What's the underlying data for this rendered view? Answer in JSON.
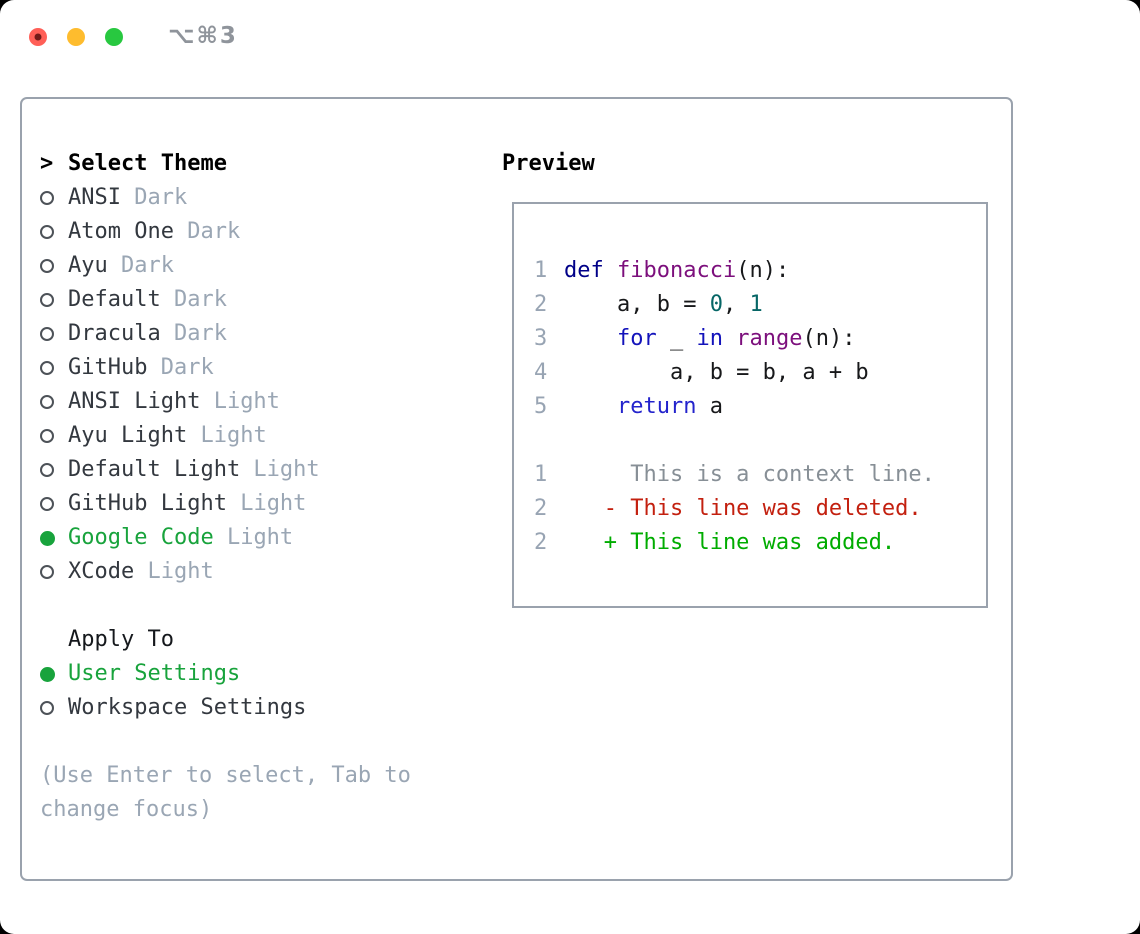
{
  "window": {
    "title": "⌥⌘3",
    "traffic_lights": [
      {
        "name": "close-button",
        "color": "#ff5f57",
        "edited_dot": true
      },
      {
        "name": "minimize-button",
        "color": "#febc2e",
        "edited_dot": false
      },
      {
        "name": "zoom-button",
        "color": "#28c840",
        "edited_dot": false
      }
    ]
  },
  "theme_picker": {
    "header": {
      "prefix": ">",
      "label": "Select Theme"
    },
    "themes": [
      {
        "name": "ANSI",
        "variant": "Dark",
        "selected": false
      },
      {
        "name": "Atom One",
        "variant": "Dark",
        "selected": false
      },
      {
        "name": "Ayu",
        "variant": "Dark",
        "selected": false
      },
      {
        "name": "Default",
        "variant": "Dark",
        "selected": false
      },
      {
        "name": "Dracula",
        "variant": "Dark",
        "selected": false
      },
      {
        "name": "GitHub",
        "variant": "Dark",
        "selected": false
      },
      {
        "name": "ANSI Light",
        "variant": "Light",
        "selected": false
      },
      {
        "name": "Ayu Light",
        "variant": "Light",
        "selected": false
      },
      {
        "name": "Default Light",
        "variant": "Light",
        "selected": false
      },
      {
        "name": "GitHub Light",
        "variant": "Light",
        "selected": false
      },
      {
        "name": "Google Code",
        "variant": "Light",
        "selected": true
      },
      {
        "name": "XCode",
        "variant": "Light",
        "selected": false
      }
    ],
    "apply_to": {
      "label": "Apply To",
      "options": [
        {
          "name": "User Settings",
          "selected": true
        },
        {
          "name": "Workspace Settings",
          "selected": false
        }
      ]
    },
    "hint": "(Use Enter to select, Tab to change focus)"
  },
  "preview": {
    "label": "Preview",
    "code_lines": [
      {
        "num": "1",
        "tokens": [
          {
            "t": "def",
            "c": "#000088"
          },
          {
            "t": " ",
            "c": "#17181a"
          },
          {
            "t": "fibonacci",
            "c": "#7c0f7c"
          },
          {
            "t": "(n):",
            "c": "#17181a"
          }
        ]
      },
      {
        "num": "2",
        "tokens": [
          {
            "t": "    a, b = ",
            "c": "#17181a"
          },
          {
            "t": "0",
            "c": "#066666"
          },
          {
            "t": ", ",
            "c": "#17181a"
          },
          {
            "t": "1",
            "c": "#066666"
          }
        ]
      },
      {
        "num": "3",
        "tokens": [
          {
            "t": "    ",
            "c": "#17181a"
          },
          {
            "t": "for",
            "c": "#1313bb"
          },
          {
            "t": " _ ",
            "c": "#17181a"
          },
          {
            "t": "in",
            "c": "#1313bb"
          },
          {
            "t": " ",
            "c": "#17181a"
          },
          {
            "t": "range",
            "c": "#7c0f7c"
          },
          {
            "t": "(n):",
            "c": "#17181a"
          }
        ]
      },
      {
        "num": "4",
        "tokens": [
          {
            "t": "        a, b = b, a + b",
            "c": "#17181a"
          }
        ]
      },
      {
        "num": "5",
        "tokens": [
          {
            "t": "    ",
            "c": "#17181a"
          },
          {
            "t": "return",
            "c": "#2323cc"
          },
          {
            "t": " a",
            "c": "#17181a"
          }
        ]
      }
    ],
    "diff_lines": [
      {
        "num": "1",
        "text": "     This is a context line.",
        "color": "#878f96"
      },
      {
        "num": "2",
        "text": "   - This line was deleted.",
        "color": "#c3200f"
      },
      {
        "num": "2",
        "text": "   + This line was added.",
        "color": "#00ac00"
      }
    ]
  },
  "colors": {
    "accent_green": "#18a33c",
    "diff_red": "#c3200f",
    "diff_green": "#00ac00",
    "panel_border": "#9aa2ad",
    "muted_gray": "#9aa6b4",
    "text_dark": "#33383f"
  }
}
